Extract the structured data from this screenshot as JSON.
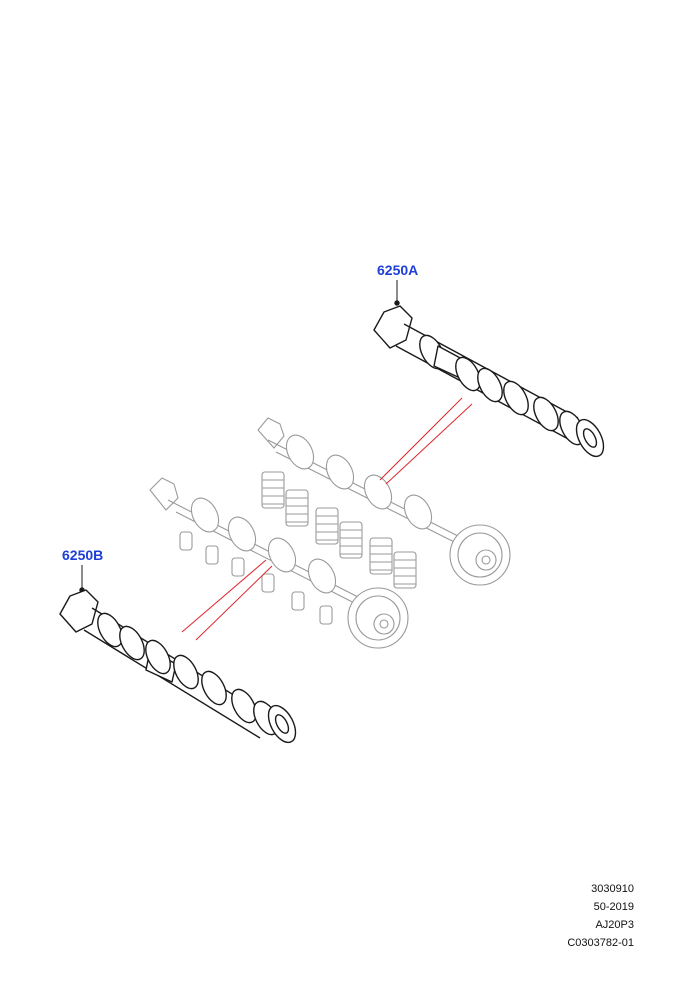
{
  "callouts": {
    "part_a": "6250A",
    "part_b": "6250B"
  },
  "reference": {
    "line1": "3030910",
    "line2": "50-2019",
    "line3": "AJ20P3",
    "line4": "C0303782-01"
  },
  "colors": {
    "callout_text": "#1d3fd8",
    "leader_lines": "#e0262b",
    "outline": "#1a1a1a",
    "ghost_outline": "#9a9a9a"
  }
}
